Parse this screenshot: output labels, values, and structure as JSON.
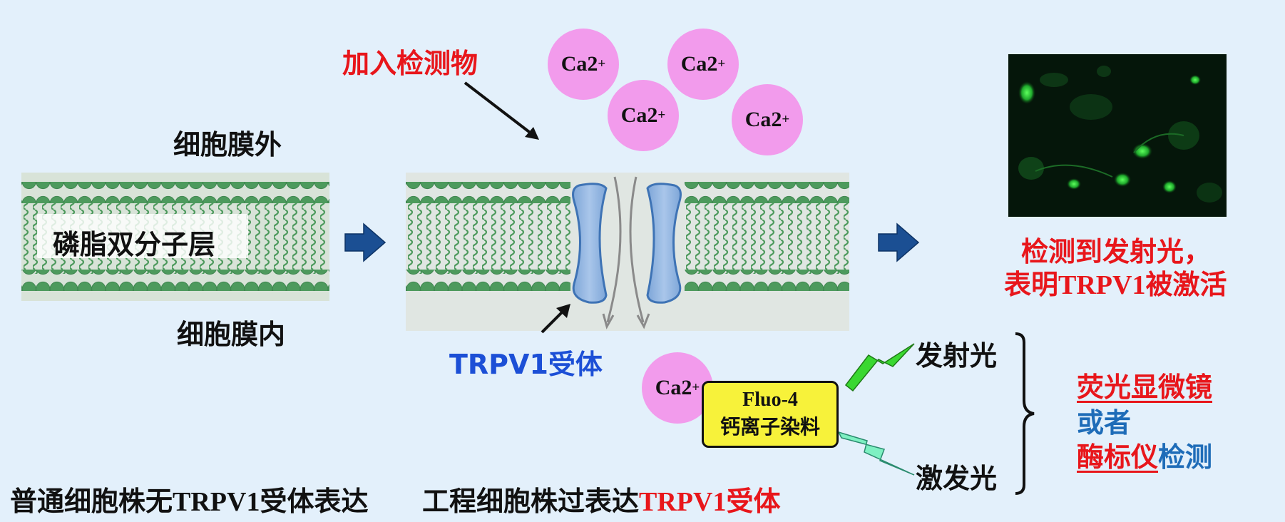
{
  "labels": {
    "add_substance": "加入检测物",
    "outside": "细胞膜外",
    "inside": "细胞膜内",
    "bilayer": "磷脂双分子层",
    "trpv1_receptor": "TRPV1受体",
    "result_line1": "检测到发射光，",
    "result_line2_a": "表明",
    "result_line2_b": "TRPV1被激活",
    "normal_cell_a": "普通细胞株无",
    "normal_cell_b": "TRPV1受体表达",
    "engineered_a": "工程细胞株过表达",
    "engineered_b": "TRPV1受体",
    "emission": "发射光",
    "excitation": "激发光",
    "dye_line1": "Fluo-4",
    "dye_line2": "钙离子染料",
    "detect1": "荧光显微镜",
    "detect2": "或者",
    "detect3a": "酶标仪",
    "detect3b": "检测"
  },
  "ions": {
    "base": "Ca2",
    "charge": "+"
  },
  "colors": {
    "red_text": "#e8161b",
    "blue_text": "#1c4fd6",
    "ion_fill": "#f29bec",
    "lipid_head": "#4d9a5d",
    "channel": "#93b7e3",
    "arrow": "#1b4f93",
    "dye_box": "#f7f23a",
    "emission_bolt": "#3ad831",
    "excitation_bolt": "#7ef0c2"
  }
}
